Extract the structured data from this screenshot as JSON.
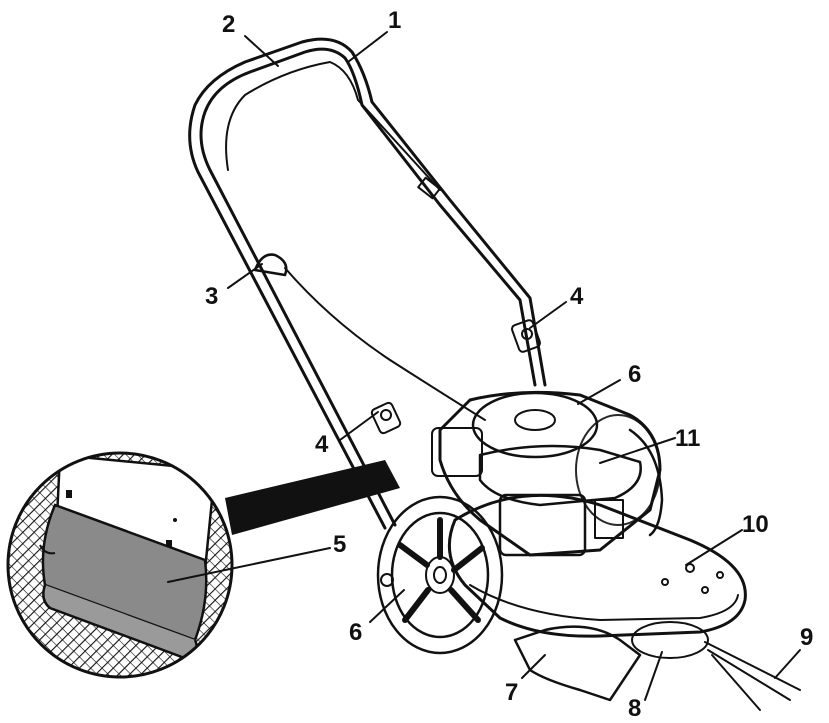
{
  "diagram": {
    "callouts": [
      {
        "id": "1",
        "text": "1"
      },
      {
        "id": "2",
        "text": "2"
      },
      {
        "id": "3",
        "text": "3"
      },
      {
        "id": "4a",
        "text": "4"
      },
      {
        "id": "4b",
        "text": "4"
      },
      {
        "id": "5",
        "text": "5"
      },
      {
        "id": "6a",
        "text": "6"
      },
      {
        "id": "6b",
        "text": "6"
      },
      {
        "id": "7",
        "text": "7"
      },
      {
        "id": "8",
        "text": "8"
      },
      {
        "id": "9",
        "text": "9"
      },
      {
        "id": "10",
        "text": "10"
      },
      {
        "id": "11",
        "text": "11"
      }
    ]
  }
}
